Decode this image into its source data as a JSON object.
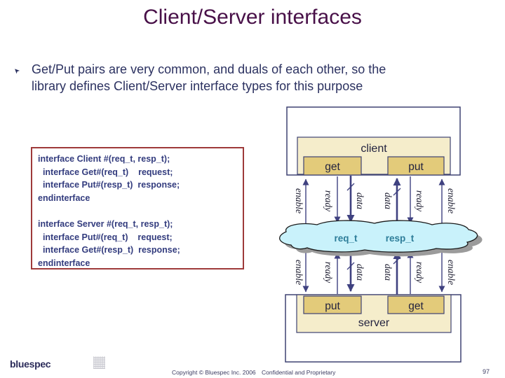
{
  "title": "Client/Server interfaces",
  "bullet": {
    "marker": "➤",
    "text_line1": "Get/Put pairs are very common, and duals of each other, so the",
    "text_line2": "library defines Client/Server interface types for this purpose"
  },
  "code": {
    "lines": [
      "interface Client #(req_t, resp_t);",
      "  interface Get#(req_t)    request;",
      "  interface Put#(resp_t)  response;",
      "endinterface",
      "",
      "interface Server #(req_t, resp_t);",
      "  interface Put#(req_t)    request;",
      "  interface Get#(resp_t)  response;",
      "endinterface"
    ]
  },
  "diagram": {
    "client": {
      "title": "client",
      "get": "get",
      "put": "put"
    },
    "server": {
      "title": "server",
      "put": "put",
      "get": "get"
    },
    "cloud": {
      "req": "req_t",
      "resp": "resp_t"
    },
    "top_signals": [
      {
        "label": "enable",
        "direction": "up"
      },
      {
        "label": "ready",
        "direction": "down"
      },
      {
        "label": "data",
        "direction": "down"
      },
      {
        "label": "data",
        "direction": "up"
      },
      {
        "label": "ready",
        "direction": "down"
      },
      {
        "label": "enable",
        "direction": "up"
      }
    ],
    "bottom_signals": [
      {
        "label": "enable",
        "direction": "down"
      },
      {
        "label": "ready",
        "direction": "up"
      },
      {
        "label": "data",
        "direction": "down"
      },
      {
        "label": "data",
        "direction": "up"
      },
      {
        "label": "ready",
        "direction": "up"
      },
      {
        "label": "enable",
        "direction": "down"
      }
    ]
  },
  "footer": {
    "logo": "bluespec",
    "copyright": "Copyright © Bluespec Inc. 2006",
    "confidential": "Confidential and Proprietary",
    "page": "97"
  },
  "colors": {
    "title": "#481048",
    "body_text": "#2b3160",
    "code_text": "#333c7e",
    "code_border": "#9e3a3a",
    "box_border": "#3e4272",
    "cream": "#f5edcb",
    "tan": "#e3cb7a",
    "cloud_fill": "#c9f2fb",
    "cloud_text": "#2d7d99",
    "arrow": "#3f4180"
  }
}
